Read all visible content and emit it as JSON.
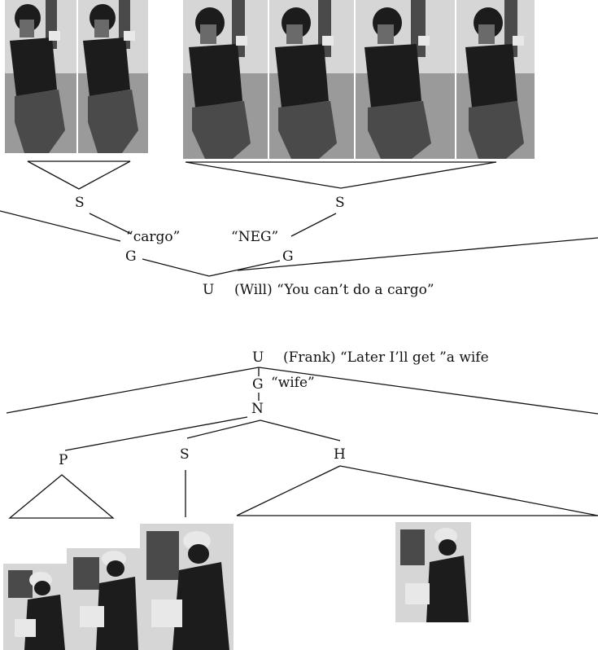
{
  "tree_top": {
    "node_s_left": "S",
    "node_s_right": "S",
    "gloss_left": "“cargo”",
    "gloss_right": "“NEG”",
    "node_g_left": "G",
    "node_g_right": "G",
    "node_u": "U",
    "utterance": "(Will) “You can’t do a cargo”"
  },
  "tree_bottom": {
    "node_u": "U",
    "utterance": "(Frank) “Later I’ll get ”a wife",
    "node_g": "G",
    "gloss": "“wife”",
    "node_n": "N",
    "node_p": "P",
    "node_s": "S",
    "node_h": "H"
  },
  "colors": {
    "line": "#111111",
    "background": "#ffffff"
  }
}
